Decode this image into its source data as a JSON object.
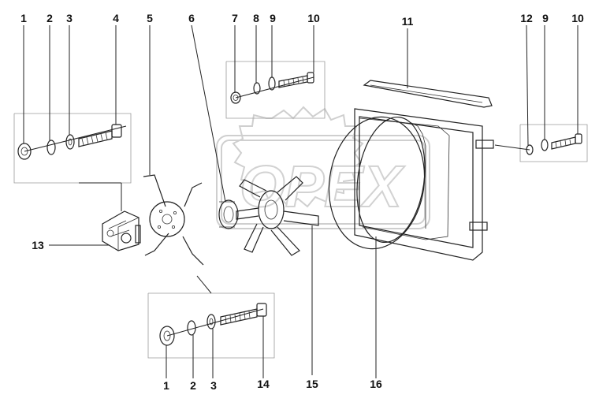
{
  "watermark": "OPEX",
  "callouts": {
    "c1_top": "1",
    "c2_top": "2",
    "c3_top": "3",
    "c4": "4",
    "c5": "5",
    "c6": "6",
    "c7": "7",
    "c8": "8",
    "c9_mid": "9",
    "c10_mid": "10",
    "c11": "11",
    "c12": "12",
    "c9_right": "9",
    "c10_right": "10",
    "c13": "13",
    "c1_bot": "1",
    "c2_bot": "2",
    "c3_bot": "3",
    "c14": "14",
    "c15": "15",
    "c16": "16"
  }
}
